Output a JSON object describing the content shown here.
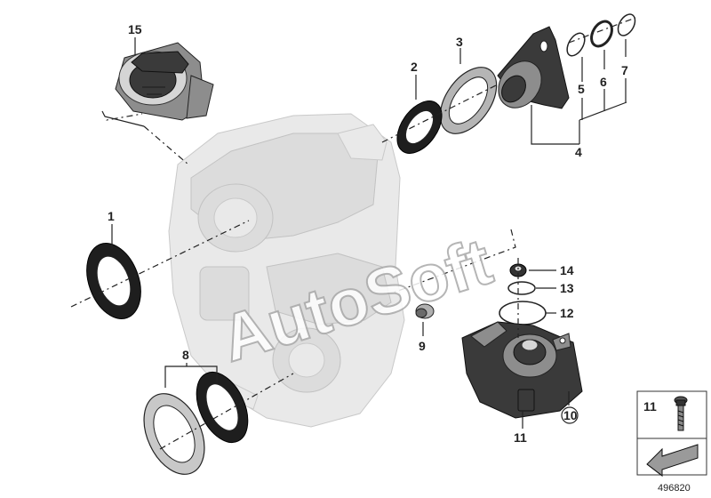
{
  "diagram": {
    "watermark": "AutoSoft",
    "diagram_number": "496820",
    "callouts": [
      {
        "id": "15",
        "label": "15"
      },
      {
        "id": "3",
        "label": "3"
      },
      {
        "id": "2",
        "label": "2"
      },
      {
        "id": "5",
        "label": "5"
      },
      {
        "id": "6",
        "label": "6"
      },
      {
        "id": "7",
        "label": "7"
      },
      {
        "id": "4",
        "label": "4"
      },
      {
        "id": "1",
        "label": "1"
      },
      {
        "id": "14",
        "label": "14"
      },
      {
        "id": "13",
        "label": "13"
      },
      {
        "id": "12",
        "label": "12"
      },
      {
        "id": "9",
        "label": "9"
      },
      {
        "id": "8",
        "label": "8"
      },
      {
        "id": "11a",
        "label": "11"
      },
      {
        "id": "10",
        "label": "10"
      }
    ],
    "legend_box": {
      "label": "11"
    }
  }
}
